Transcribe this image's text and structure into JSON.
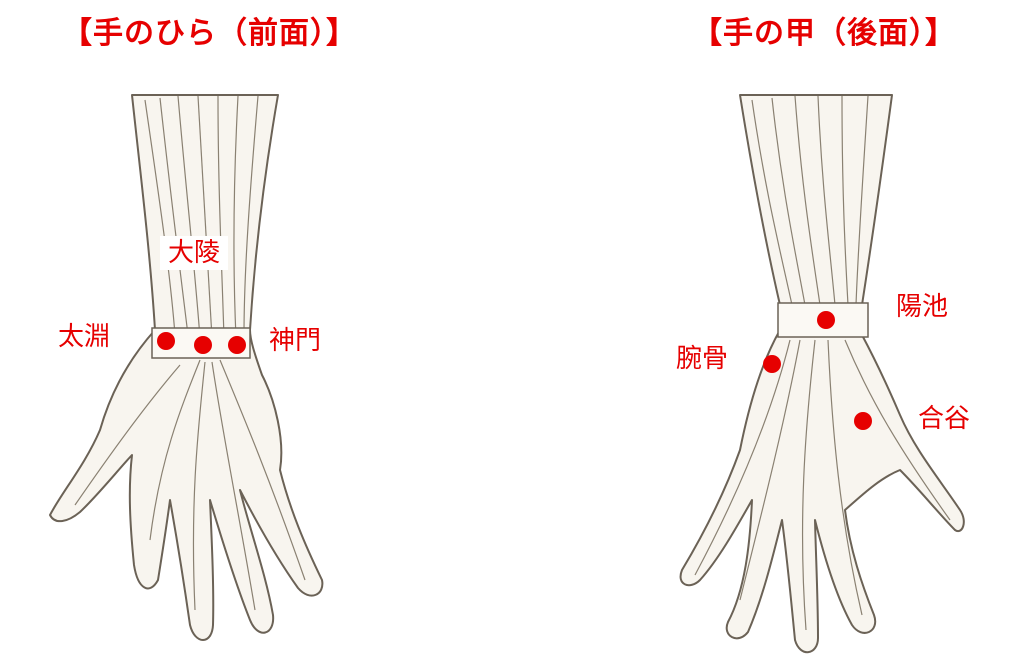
{
  "colors": {
    "accent": "#e60000",
    "line": "#6b6256",
    "skin": "#f8f5ef"
  },
  "palm_view": {
    "title": "【手のひら（前面）】",
    "points": [
      {
        "label": "大陵"
      },
      {
        "label": "太淵"
      },
      {
        "label": "神門"
      }
    ]
  },
  "back_view": {
    "title": "【手の甲（後面）】",
    "points": [
      {
        "label": "陽池"
      },
      {
        "label": "腕骨"
      },
      {
        "label": "合谷"
      }
    ]
  }
}
